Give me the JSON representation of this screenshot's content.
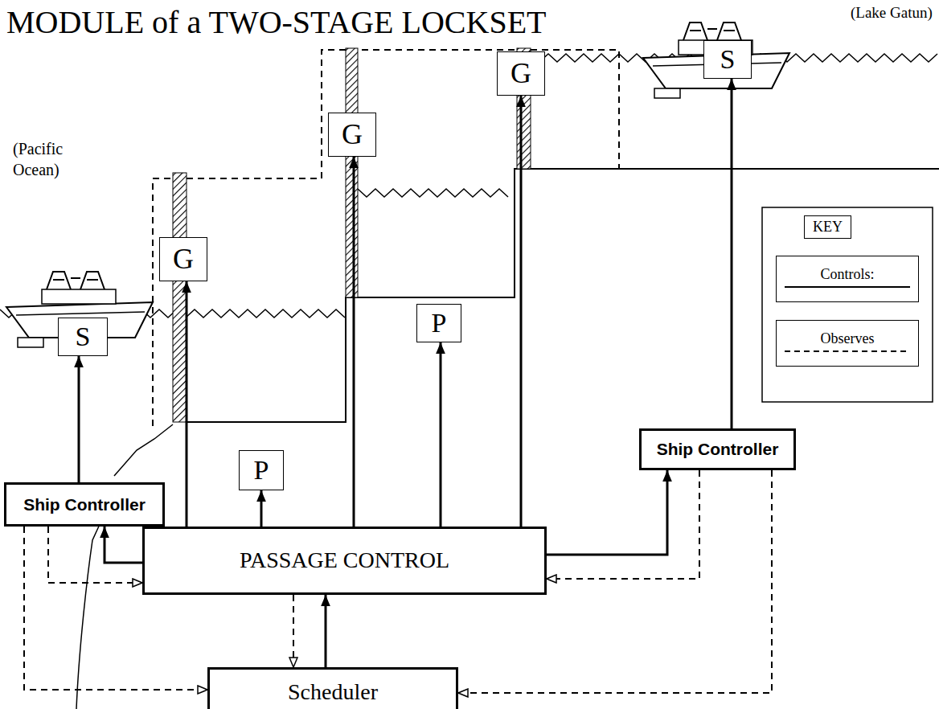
{
  "diagram": {
    "title": "MODULE of a TWO-STAGE LOCKSET",
    "nodes": [
      {
        "text": [
          "S"
        ]
      },
      {
        "text": [
          "G"
        ]
      },
      {
        "text": [
          "G"
        ]
      },
      {
        "text": [
          "G"
        ]
      },
      {
        "text": [
          "S"
        ]
      },
      {
        "text": [
          "P"
        ]
      },
      {
        "text": [
          "P"
        ]
      },
      {
        "text": [
          "Ship Controller"
        ]
      },
      {
        "text": [
          "Ship Controller"
        ]
      },
      {
        "text": [
          "PASSAGE CONTROL"
        ]
      },
      {
        "text": [
          "Scheduler"
        ]
      }
    ],
    "edges": [
      {
        "from": 9,
        "to": 1,
        "arrow": "to"
      },
      {
        "from": 9,
        "to": 5,
        "arrow": "to"
      },
      {
        "from": 9,
        "to": 2,
        "arrow": "to"
      },
      {
        "from": 9,
        "to": 6,
        "arrow": "to"
      },
      {
        "from": 9,
        "to": 3,
        "arrow": "to"
      },
      {
        "from": 9,
        "to": 8,
        "arrow": "to"
      },
      {
        "from": 8,
        "to": 4,
        "arrow": "to"
      },
      {
        "from": 9,
        "to": 7,
        "arrow": "to"
      },
      {
        "from": 7,
        "to": 0,
        "arrow": "to"
      },
      {
        "from": 10,
        "to": 9,
        "arrow": "to"
      },
      {
        "from": 9,
        "to": 10,
        "arrow": "to"
      },
      {
        "from": 7,
        "to": 9,
        "arrow": "to"
      },
      {
        "from": 7,
        "to": 10,
        "arrow": "to"
      },
      {
        "from": 8,
        "to": 9,
        "arrow": "to"
      },
      {
        "from": 8,
        "to": 10,
        "arrow": "to"
      }
    ],
    "labels": [
      "(Lake Gatun)",
      "(Pacific Ocean)",
      "KEY"
    ],
    "legend": [
      {
        "text": "Controls:"
      },
      {
        "text": "Observes"
      }
    ]
  }
}
